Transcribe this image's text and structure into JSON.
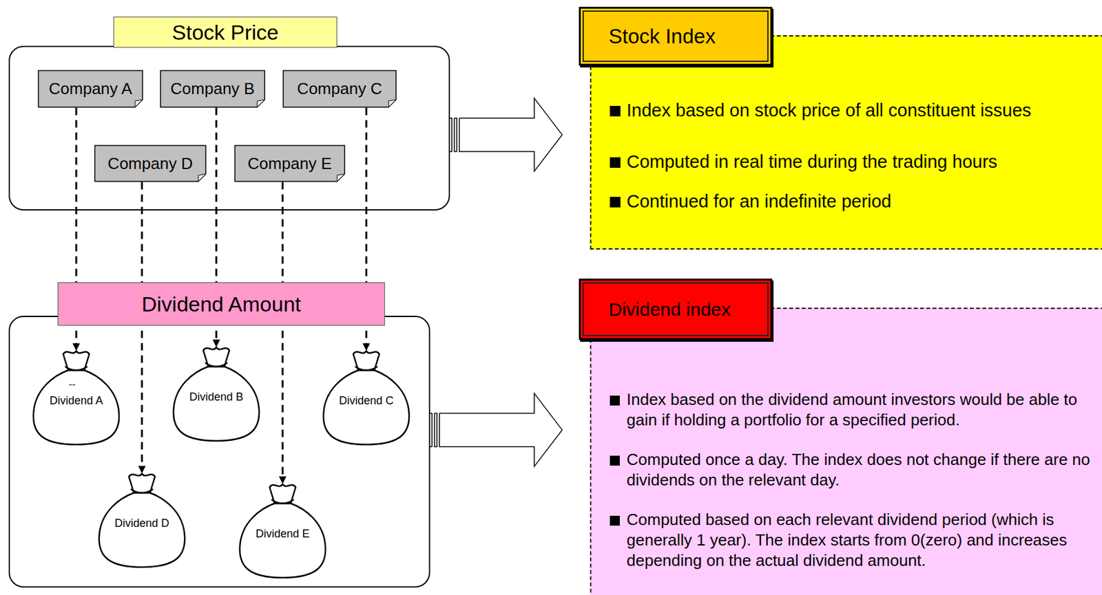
{
  "diagram": {
    "nodes": [
      {
        "text": [
          "Stock Price"
        ]
      },
      {
        "text": [
          "Company A"
        ],
        "in": 0
      },
      {
        "text": [
          "Company B"
        ],
        "in": 0
      },
      {
        "text": [
          "Company C"
        ],
        "in": 0
      },
      {
        "text": [
          "Company D"
        ],
        "in": 0
      },
      {
        "text": [
          "Company E"
        ],
        "in": 0
      },
      {
        "text": [
          "Dividend Amount"
        ]
      },
      {
        "text": [
          "Dividend A"
        ],
        "in": 6
      },
      {
        "text": [
          "Dividend B"
        ],
        "in": 6
      },
      {
        "text": [
          "Dividend C"
        ],
        "in": 6
      },
      {
        "text": [
          "Dividend D"
        ],
        "in": 6
      },
      {
        "text": [
          "Dividend E"
        ],
        "in": 6
      },
      {
        "text": [
          "Stock Index",
          "Index based on stock price of all constituent issues",
          "Computed in real time during the trading hours",
          "Continued for an indefinite period"
        ]
      },
      {
        "text": [
          "Dividend index",
          "Index based on the dividend amount investors would be able to gain if holding a portfolio for a specified period.",
          "Computed once a day. The index does not change if there are no dividends on the relevant day.",
          "Computed based on each relevant dividend period (which is generally 1 year). The index starts from 0(zero) and increases depending on the actual dividend amount."
        ]
      }
    ],
    "edges": [
      {
        "from": 1,
        "to": 7,
        "arrow": "to"
      },
      {
        "from": 2,
        "to": 8,
        "arrow": "to"
      },
      {
        "from": 3,
        "to": 9,
        "arrow": "to"
      },
      {
        "from": 4,
        "to": 10,
        "arrow": "to"
      },
      {
        "from": 5,
        "to": 11,
        "arrow": "to"
      },
      {
        "from": 0,
        "to": 12,
        "arrow": "to"
      },
      {
        "from": 6,
        "to": 13,
        "arrow": "to"
      }
    ],
    "labels": [
      "--"
    ]
  }
}
